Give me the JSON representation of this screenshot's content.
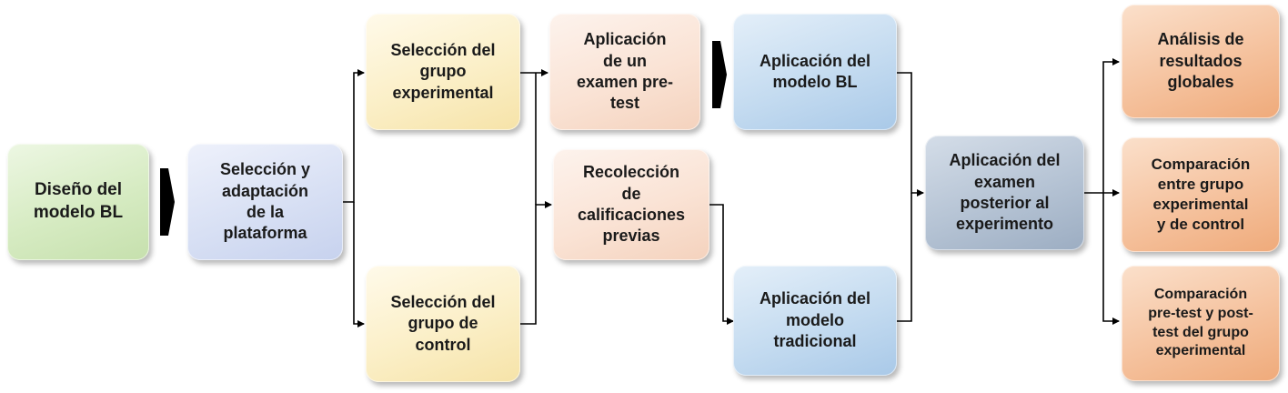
{
  "diagram": {
    "nodes": {
      "diseno": "Diseño del\nmodelo BL",
      "seleccion_plataforma": "Selección y\nadaptación\nde la\nplataforma",
      "grupo_experimental": "Selección del\ngrupo\nexperimental",
      "grupo_control": "Selección del\ngrupo de\ncontrol",
      "pretest": "Aplicación\nde un\nexamen pre-\ntest",
      "recoleccion": "Recolección\nde\ncalificaciones\nprevias",
      "modelo_bl": "Aplicación del\nmodelo BL",
      "modelo_tradicional": "Aplicación del\nmodelo\ntradicional",
      "examen_posterior": "Aplicación del\nexamen\nposterior al\nexperimento",
      "analisis": "Análisis de\nresultados\nglobales",
      "comparacion_grupos": "Comparación\nentre grupo\nexperimental\ny de control",
      "comparacion_prepost": "Comparación\npre-test y post-\ntest del grupo\nexperimental"
    },
    "colors": {
      "green": "#d6ebc2",
      "lavender": "#d8e0f4",
      "yellow": "#fbefc7",
      "peach": "#fae3d5",
      "blue": "#c4dbf0",
      "slate": "#b5c3d4",
      "orange": "#f5c29e",
      "connector": "#000000"
    }
  }
}
